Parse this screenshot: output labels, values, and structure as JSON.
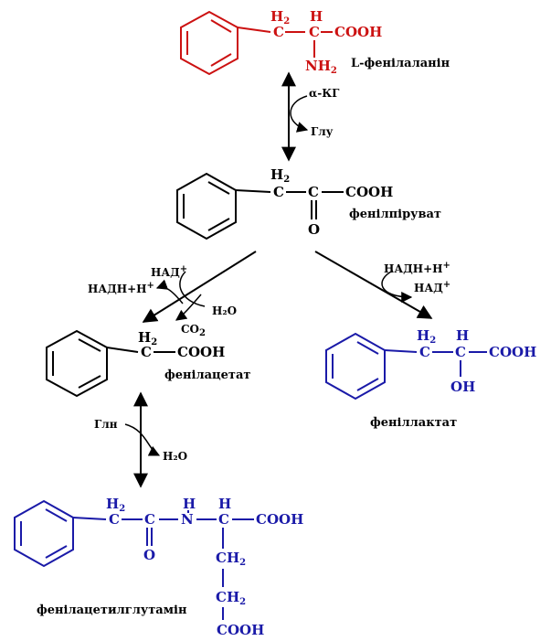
{
  "colors": {
    "red": "#cc1111",
    "black": "#000000",
    "blue": "#1a1aa8"
  },
  "atoms": {
    "H": "H",
    "H2": "H",
    "two": "2",
    "C": "C",
    "N": "N",
    "NH": "NH",
    "O": "O",
    "OH": "OH",
    "COOH": "COOH"
  },
  "compounds": {
    "phenylalanine": "L-фенілаланін",
    "phenylpyruvate": "фенілпіруват",
    "phenylacetate": "фенілацетат",
    "phenyllactate": "феніллактат",
    "phenylacetylglutamine": "фенілацетилглутамін"
  },
  "cofactors": {
    "akg": "α-КГ",
    "glu": "Глу",
    "nad_plus": "НАД",
    "nadh_h": "НАДН+Н",
    "plus": "+",
    "h2o": "H₂O",
    "co2": "CO",
    "co2_sub": "2",
    "gln": "Глн",
    "h2o_b": "H₂O"
  }
}
